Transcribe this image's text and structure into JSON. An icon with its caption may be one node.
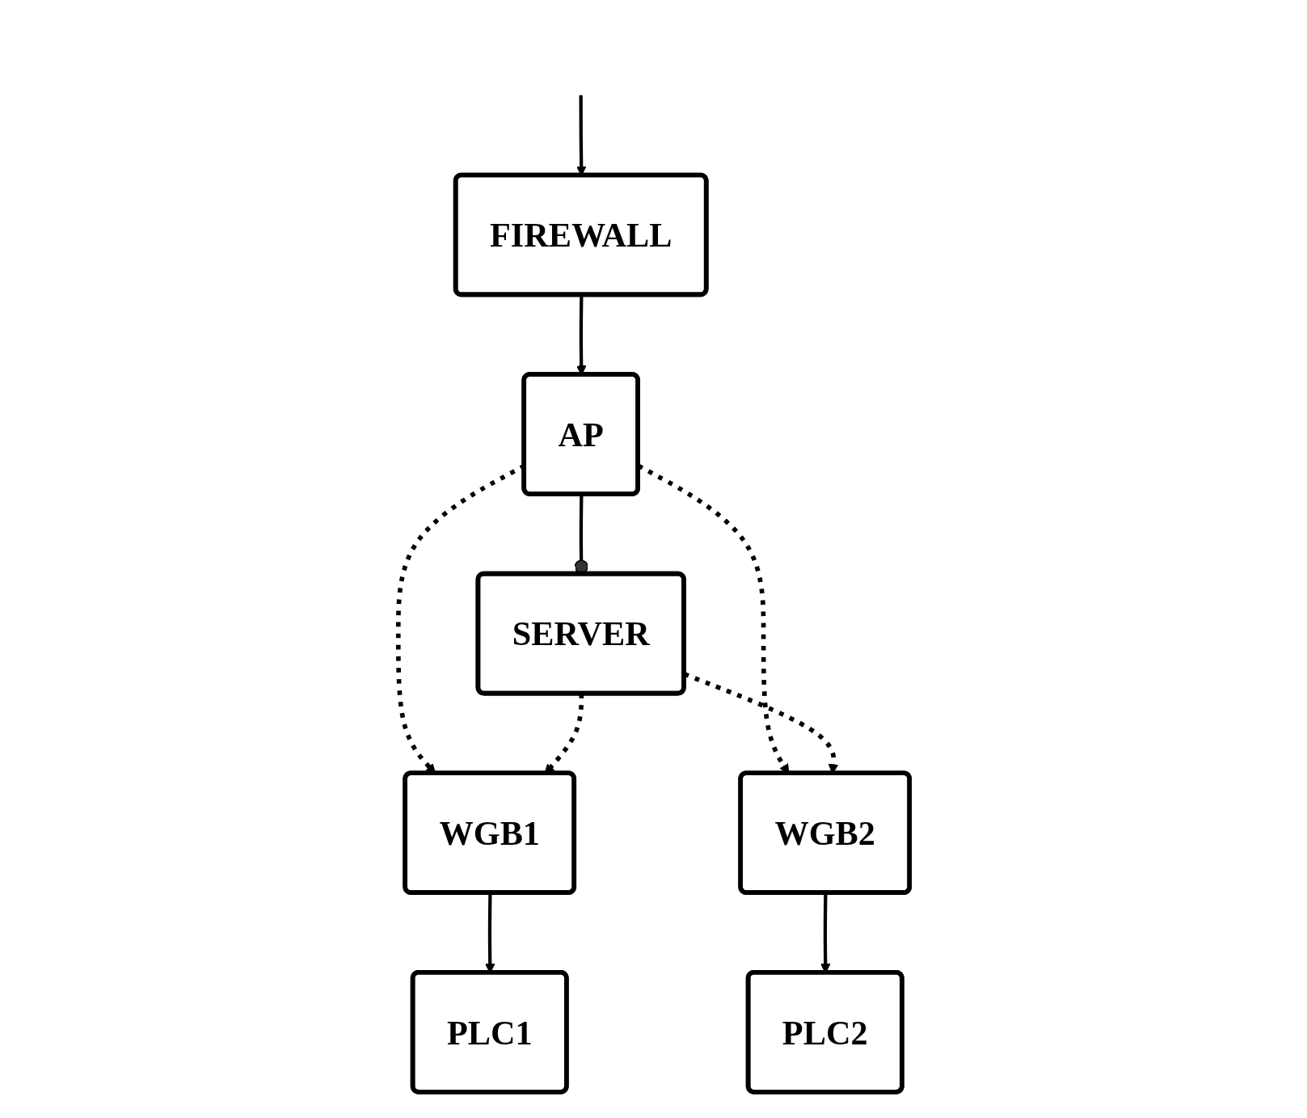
{
  "diagram": {
    "nodes": [
      {
        "text": [
          "FIREWALL"
        ]
      },
      {
        "text": [
          "AP"
        ]
      },
      {
        "text": [
          "SERVER"
        ]
      },
      {
        "text": [
          "WGB1"
        ]
      },
      {
        "text": [
          "WGB2"
        ]
      },
      {
        "text": [
          "PLC1"
        ]
      },
      {
        "text": [
          "PLC2"
        ]
      }
    ],
    "edges": [
      {
        "from": null,
        "to": 0,
        "arrow": "to"
      },
      {
        "from": 0,
        "to": 1,
        "arrow": "to"
      },
      {
        "from": 1,
        "to": 2,
        "arrow": "other"
      },
      {
        "from": 1,
        "to": 3,
        "arrow": "to",
        "style": "dashed"
      },
      {
        "from": 1,
        "to": 4,
        "arrow": "to",
        "style": "dashed"
      },
      {
        "from": 2,
        "to": 3,
        "arrow": "to",
        "style": "dashed"
      },
      {
        "from": 2,
        "to": 4,
        "arrow": "to",
        "style": "dashed"
      },
      {
        "from": 3,
        "to": 5,
        "arrow": "to"
      },
      {
        "from": 4,
        "to": 6,
        "arrow": "to"
      }
    ]
  }
}
